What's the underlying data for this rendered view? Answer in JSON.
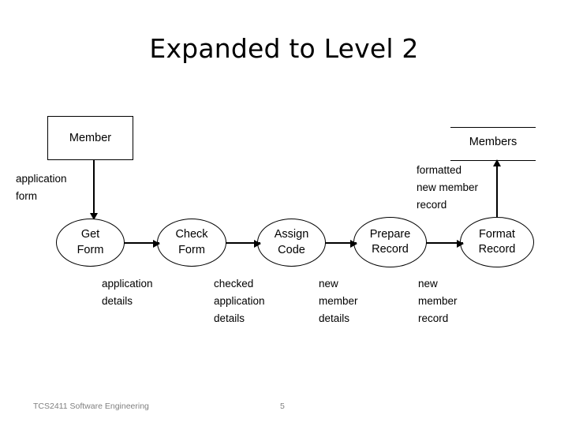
{
  "slide": {
    "title": "Expanded to Level 2",
    "footer": {
      "course": "TCS2411 Software Engineering",
      "page_number": "5"
    },
    "colors": {
      "stroke": "#000000",
      "background": "#ffffff",
      "footer_text": "#808080"
    }
  },
  "diagram": {
    "type": "data-flow-diagram",
    "external_entities": [
      {
        "id": "member",
        "label": "Member"
      }
    ],
    "data_stores": [
      {
        "id": "members-store",
        "label": "Members"
      }
    ],
    "processes": [
      {
        "id": "get-form",
        "line1": "Get",
        "line2": "Form"
      },
      {
        "id": "check-form",
        "line1": "Check",
        "line2": "Form"
      },
      {
        "id": "assign-code",
        "line1": "Assign",
        "line2": "Code"
      },
      {
        "id": "prepare-record",
        "line1": "Prepare",
        "line2": "Record"
      },
      {
        "id": "format-record",
        "line1": "Format",
        "line2": "Record"
      }
    ],
    "flows": [
      {
        "id": "application-form",
        "label": "application\nform",
        "from": "member",
        "to": "get-form"
      },
      {
        "id": "application-details",
        "label": "application\ndetails",
        "from": "get-form",
        "to": "check-form"
      },
      {
        "id": "checked-application-details",
        "label": "checked\napplication\ndetails",
        "from": "check-form",
        "to": "assign-code"
      },
      {
        "id": "new-member-details",
        "label": "new\nmember\ndetails",
        "from": "assign-code",
        "to": "prepare-record"
      },
      {
        "id": "new-member-record",
        "label": "new\nmember\nrecord",
        "from": "prepare-record",
        "to": "format-record"
      },
      {
        "id": "formatted-new-member-record",
        "label": "formatted\nnew member\nrecord",
        "from": "format-record",
        "to": "members-store"
      }
    ]
  }
}
